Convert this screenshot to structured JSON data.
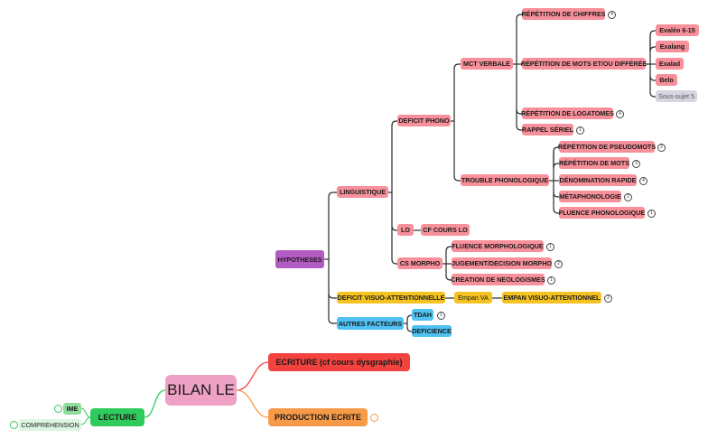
{
  "root": "BILAN LE",
  "hypotheses": "HYPOTHESES",
  "linguistique": "LINGUISTIQUE",
  "deficit_phono": "DEFICIT PHONO",
  "mct_verbale": "MCT VERBALE",
  "rep_chiffres": "RÉPÉTITION DE CHIFFRES",
  "rep_mots_differee": "RÉPÉTITION DE MOTS ET/OU DIFFÉRÉE",
  "evaleo": "Evaléo 6-15",
  "exalang": "Exalang",
  "exalad": "Exalad",
  "belo": "Belo",
  "sous_sujet": "Sous-sujet 5",
  "rep_logatomes": "RÉPÉTITION DE LOGATOMES",
  "rappel_seriel": "RAPPEL SÉRIEL",
  "trouble_phono": "TROUBLE PHONOLOGIQUE",
  "rep_pseudomots": "RÉPÉTITION DE PSEUDOMOTS",
  "rep_mots": "RÉPÉTITION DE MOTS",
  "denomination": "DÉNOMINATION RAPIDE",
  "metaphono": "MÉTAPHONOLOGIE",
  "fluence_phono": "FLUENCE PHONOLOGIQUE",
  "lo": "LO",
  "cf_cours_lo": "CF COURS LO",
  "cs_morpho": "CS MORPHO",
  "fluence_morpho": "FLUENCE MORPHOLOGIQUE",
  "jugement": "JUGEMENT/DECISION MORPHO",
  "creation": "CREATION DE NEOLOGISMES",
  "deficit_va": "DEFICIT VISUO-ATTENTIONNELLE",
  "empan_va": "Empan VA",
  "empan_visuo": "EMPAN VISUO-ATTENTIONNEL",
  "autres_facteurs": "AUTRES FACTEURS",
  "tdah": "TDAH",
  "deficience": "DEFICIENCE",
  "ecriture": "ECRITURE (cf cours dysgraphie)",
  "production": "PRODUCTION ECRITE",
  "lecture": "LECTURE",
  "ime": "IME",
  "comprehension": "COMPREHENSION",
  "badges": {
    "chiffres": "4",
    "logatomes": "4",
    "rappel": "1",
    "pseudomots": "2",
    "mots": "3",
    "denomination": "4",
    "metaphono": "2",
    "fluence_phono": "1",
    "fluence_morpho": "1",
    "jugement": "2",
    "creation": "1",
    "empan_visuo": "2",
    "tdah": "1"
  },
  "colors": {
    "linguistique": "#f7909a",
    "hypotheses": "#b25bc2",
    "visuo": "#f5c221",
    "autres": "#4fc1f2",
    "lecture": "#2fcb5c",
    "ecriture": "#f2433f",
    "production": "#f79a48",
    "root": "#eea1c4"
  }
}
